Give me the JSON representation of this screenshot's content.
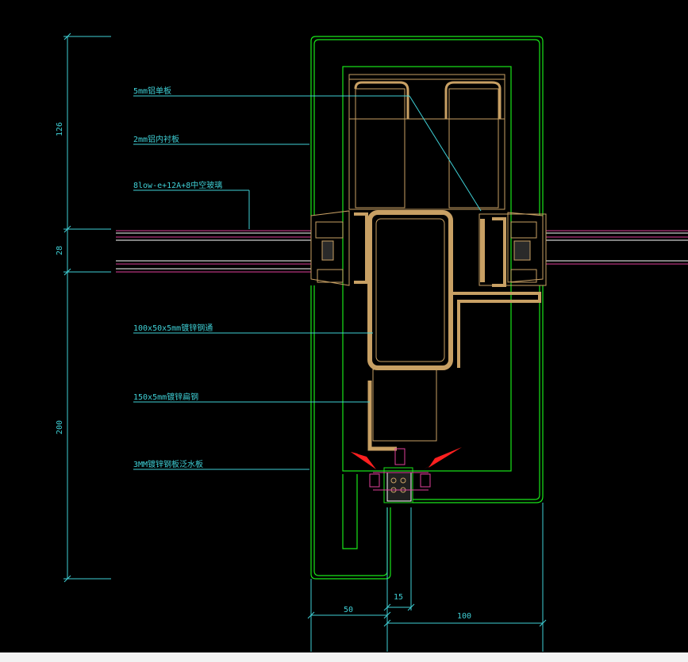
{
  "labels": {
    "l1": "5mm铝单板",
    "l2": "2mm铝内衬板",
    "l3": "8low-e+12A+8中空玻璃",
    "l4": "100x50x5mm镀锌钢通",
    "l5": "150x5mm镀锌扁钢",
    "l6": "3MM镀锌钢板泛水板"
  },
  "dims": {
    "v1": "126",
    "v2": "28",
    "v3": "200",
    "h1": "50",
    "h2": "15",
    "h3": "100"
  },
  "colors": {
    "background": "#000000",
    "outline_green": "#19e619",
    "tan": "#c8a064",
    "cyan_text": "#3fd0d6",
    "magenta": "#e0409a",
    "red_arrow": "#ff2020",
    "white": "#ffffff"
  },
  "icons": {
    "arrow_left": "red-arrow-icon",
    "arrow_right": "red-arrow-icon"
  }
}
